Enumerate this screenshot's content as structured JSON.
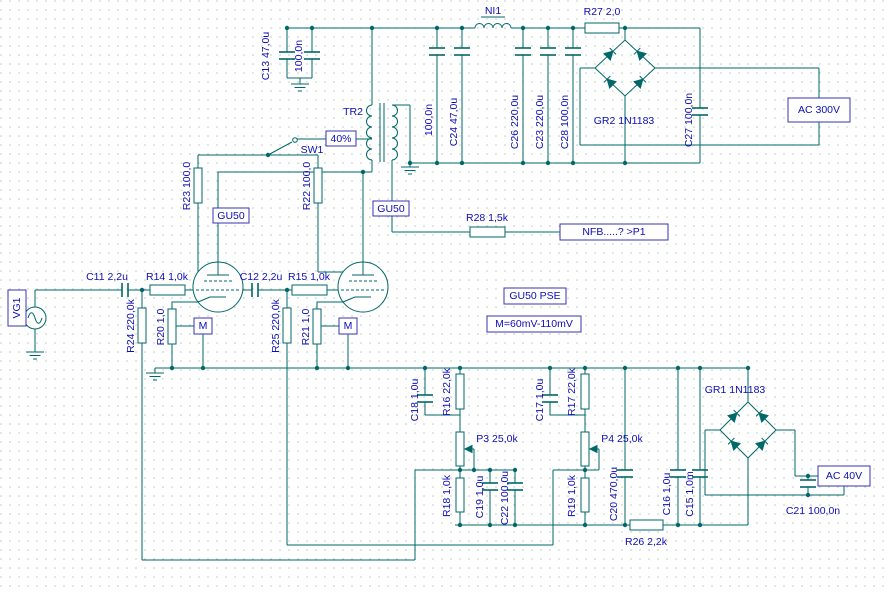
{
  "schematic": {
    "title": "GU50 PSE",
    "colors": {
      "wire": "#006868",
      "label": "#0d0db8",
      "box_border": "#3434b4",
      "grid_dot": "#bcc9bc"
    },
    "labels": {
      "c13": "C13 47,0u",
      "c13b": "100,0n",
      "ni1": "NI1",
      "r27": "R27 2,0",
      "f100n": "100,0n",
      "c24": "C24 47,0u",
      "c26": "C26 220,0u",
      "c23": "C23 220,0u",
      "c28": "C28 100,0n",
      "gr2": "GR2 1N1183",
      "c27": "C27 100,0n",
      "tr2": "TR2",
      "sw1": "SW1",
      "r23": "R23 100,0",
      "r22": "R22 100,0",
      "r28": "R28 1,5k",
      "c11": "C11 2,2u",
      "r14": "R14 1,0k",
      "c12": "C12 2,2u",
      "r15": "R15 1,0k",
      "r24": "R24 220,0k",
      "r20": "R20 1,0",
      "r25": "R25 220,0k",
      "r21": "R21 1,0",
      "c18": "C18 1,0u",
      "r16": "R16 22,0k",
      "c17": "C17 1,0u",
      "r17": "R17 22,0k",
      "p3": "P3 25,0k",
      "p4": "P4 25,0k",
      "r18": "R18 1,0k",
      "c19": "C19 1,0u",
      "c22": "C22 100,0u",
      "r19": "R19 1,0k",
      "c20": "C20 470,0u",
      "c16": "C16 1,0u",
      "c15": "C15 1,0m",
      "gr1": "GR1 1N1183",
      "c21": "C21 100,0n",
      "r26": "R26 2,2k"
    },
    "boxes": {
      "ac300": "AC 300V",
      "pct40": "40%",
      "gu50a": "GU50",
      "gu50b": "GU50",
      "nfb": "NFB.....?  >P1",
      "vg1": "VG1",
      "m1": "M",
      "m2": "M",
      "pse": "GU50 PSE",
      "mrange": "M=60mV-110mV",
      "ac40": "AC 40V"
    }
  }
}
